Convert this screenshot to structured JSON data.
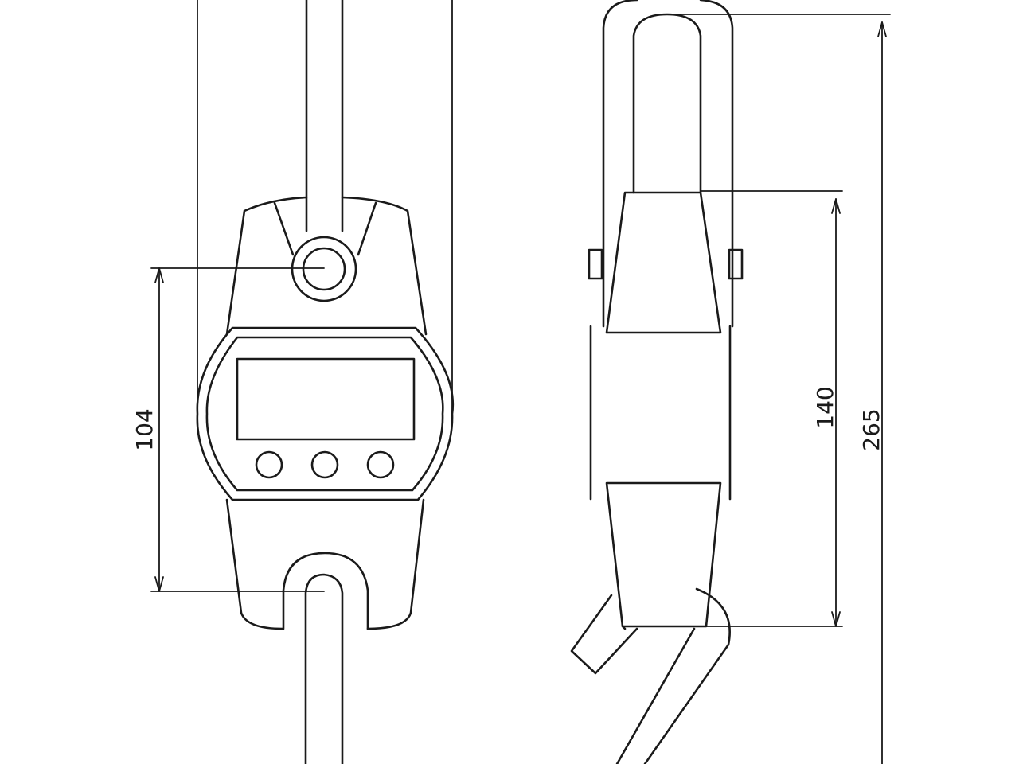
{
  "diagram": {
    "dimensions": {
      "front_height": "104",
      "side_body_height": "140",
      "overall_height": "265"
    },
    "line_color": "#1a1a1a",
    "background": "#ffffff"
  }
}
